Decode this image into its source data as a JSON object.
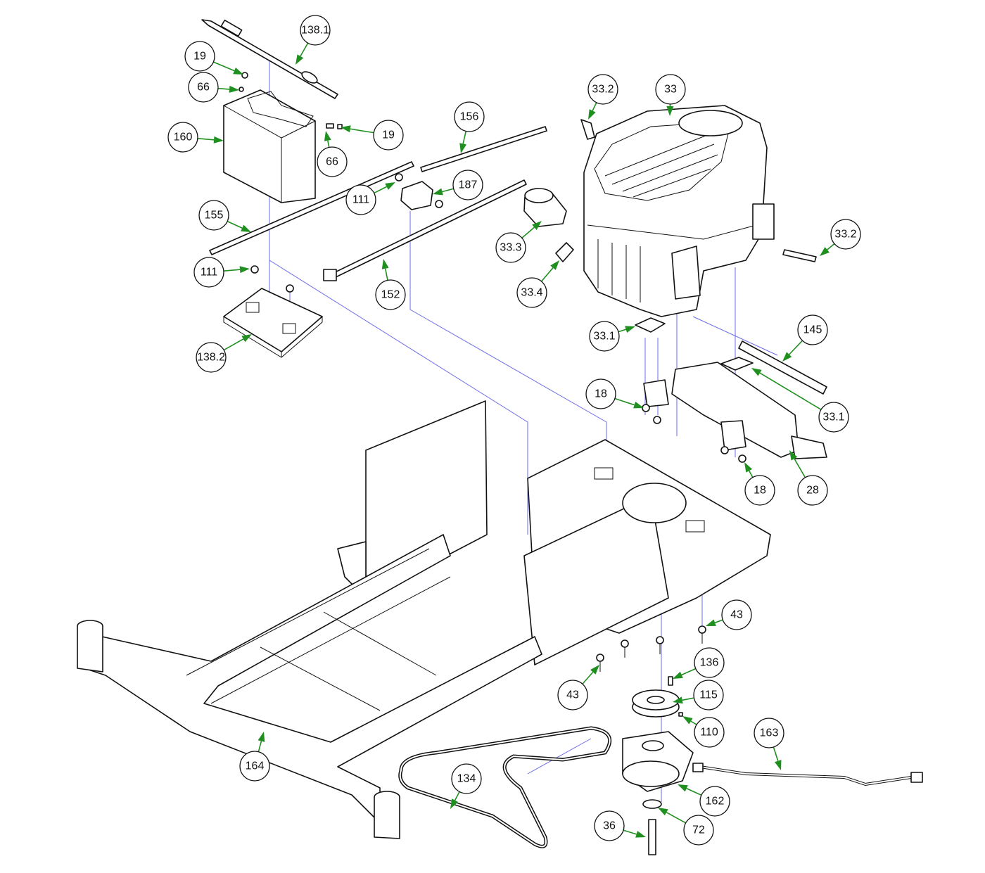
{
  "diagram": {
    "type": "exploded parts diagram",
    "arrow_color": "#1f8f1f",
    "guide_line_color": "#6a6ae8",
    "callouts": [
      {
        "label": "138.1"
      },
      {
        "label": "19"
      },
      {
        "label": "66"
      },
      {
        "label": "160"
      },
      {
        "label": "19"
      },
      {
        "label": "66"
      },
      {
        "label": "156"
      },
      {
        "label": "187"
      },
      {
        "label": "111"
      },
      {
        "label": "155"
      },
      {
        "label": "111"
      },
      {
        "label": "152"
      },
      {
        "label": "138.2"
      },
      {
        "label": "33.2"
      },
      {
        "label": "33"
      },
      {
        "label": "33.3"
      },
      {
        "label": "33.4"
      },
      {
        "label": "33.2"
      },
      {
        "label": "33.1"
      },
      {
        "label": "145"
      },
      {
        "label": "18"
      },
      {
        "label": "33.1"
      },
      {
        "label": "18"
      },
      {
        "label": "28"
      },
      {
        "label": "43"
      },
      {
        "label": "136"
      },
      {
        "label": "43"
      },
      {
        "label": "115"
      },
      {
        "label": "110"
      },
      {
        "label": "163"
      },
      {
        "label": "134"
      },
      {
        "label": "164"
      },
      {
        "label": "162"
      },
      {
        "label": "36"
      },
      {
        "label": "72"
      }
    ]
  }
}
